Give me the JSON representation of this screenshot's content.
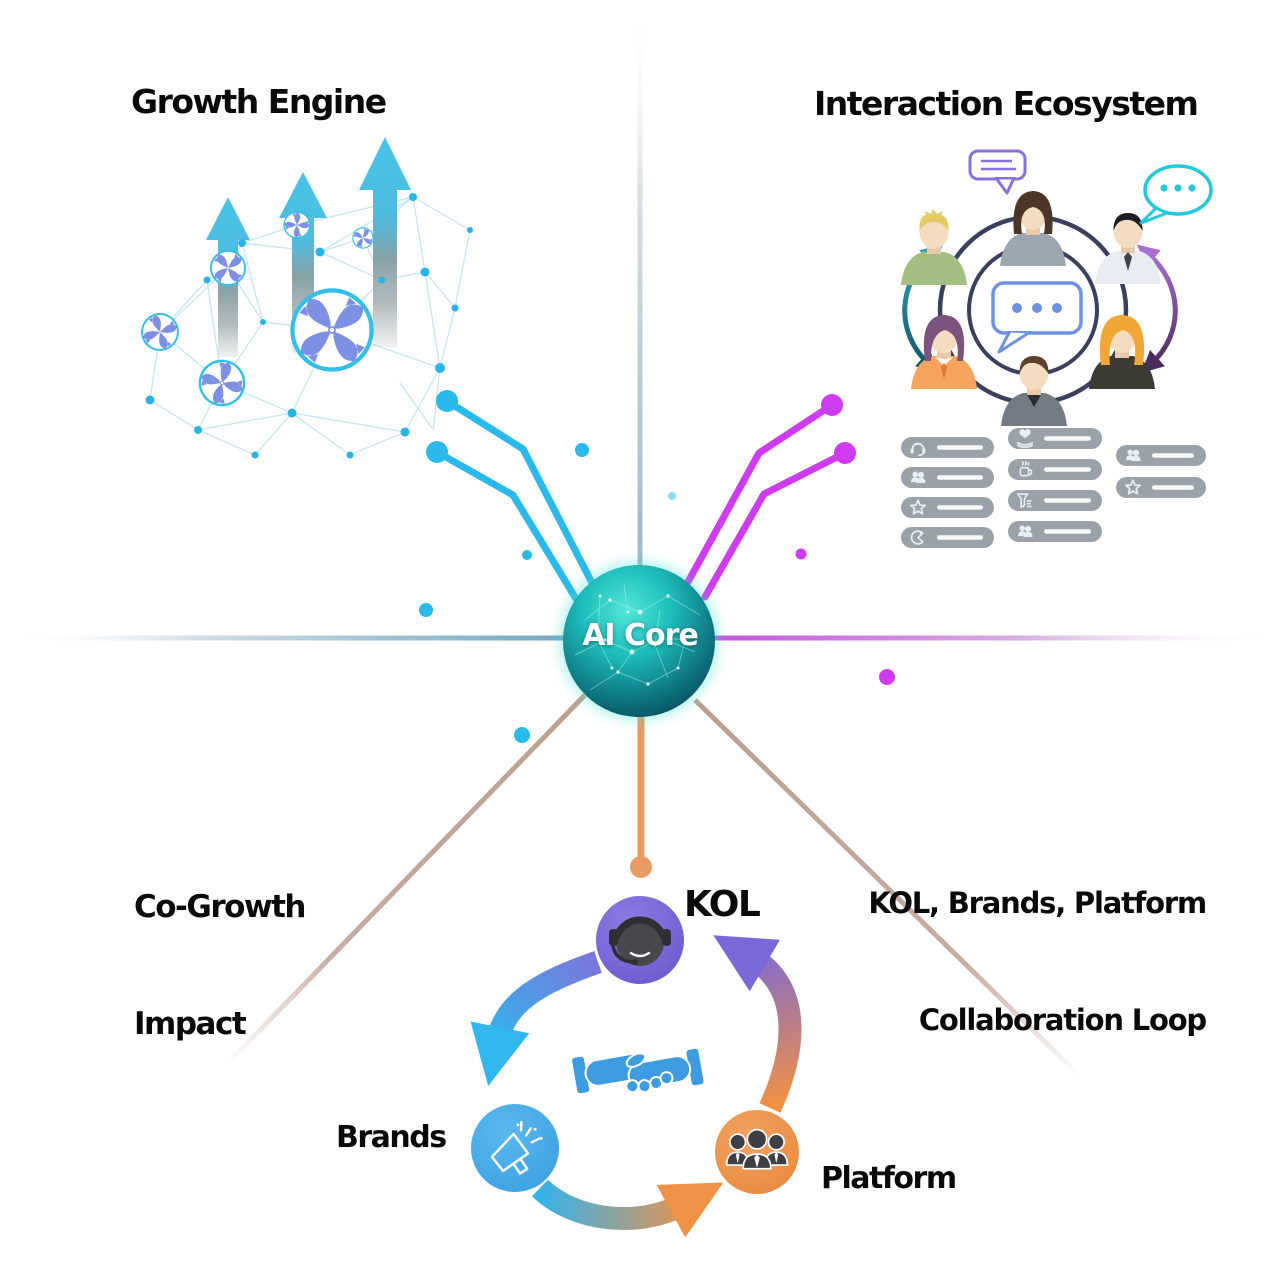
{
  "core": {
    "label": "AI Core"
  },
  "quadrants": {
    "growth_engine": {
      "title": "Growth Engine"
    },
    "interaction_ecosystem": {
      "title": "Interaction Ecosystem"
    },
    "co_growth": {
      "line1": "Co-Growth",
      "line2": "Impact"
    },
    "collaboration": {
      "line1": "KOL, Brands, Platform",
      "line2": "Collaboration Loop"
    }
  },
  "cycle": {
    "kol": "KOL",
    "brands": "Brands",
    "platform": "Platform",
    "center_icon": "handshake-icon",
    "node_icons": [
      "headset-person-icon",
      "megaphone-icon",
      "team-icon"
    ]
  },
  "interaction_panel": {
    "pill_lists": [
      {
        "icons": [
          "headset-icon",
          "people-icon",
          "star-icon",
          "pie-icon"
        ]
      },
      {
        "icons": [
          "hand-heart-icon",
          "coffee-icon",
          "funnel-list-icon",
          "people-icon"
        ]
      },
      {
        "icons": [
          "people-icon",
          "star-icon"
        ]
      }
    ]
  },
  "colors": {
    "core_teal": "#18b7b5",
    "growth_cyan": "#29b9ea",
    "interaction_magenta": "#cf3bf1",
    "collab_tan": "#bd9f8f",
    "connector_orange": "#e99b64",
    "kol_purple": "#7a68d8",
    "brands_blue": "#45a9e8",
    "platform_orange": "#ef9750",
    "handshake_blue": "#3d9be0",
    "pill_gray": "#9ba1a9",
    "ring_navy": "#3b4060",
    "pinwheel_periwinkle": "#7e90e3"
  }
}
